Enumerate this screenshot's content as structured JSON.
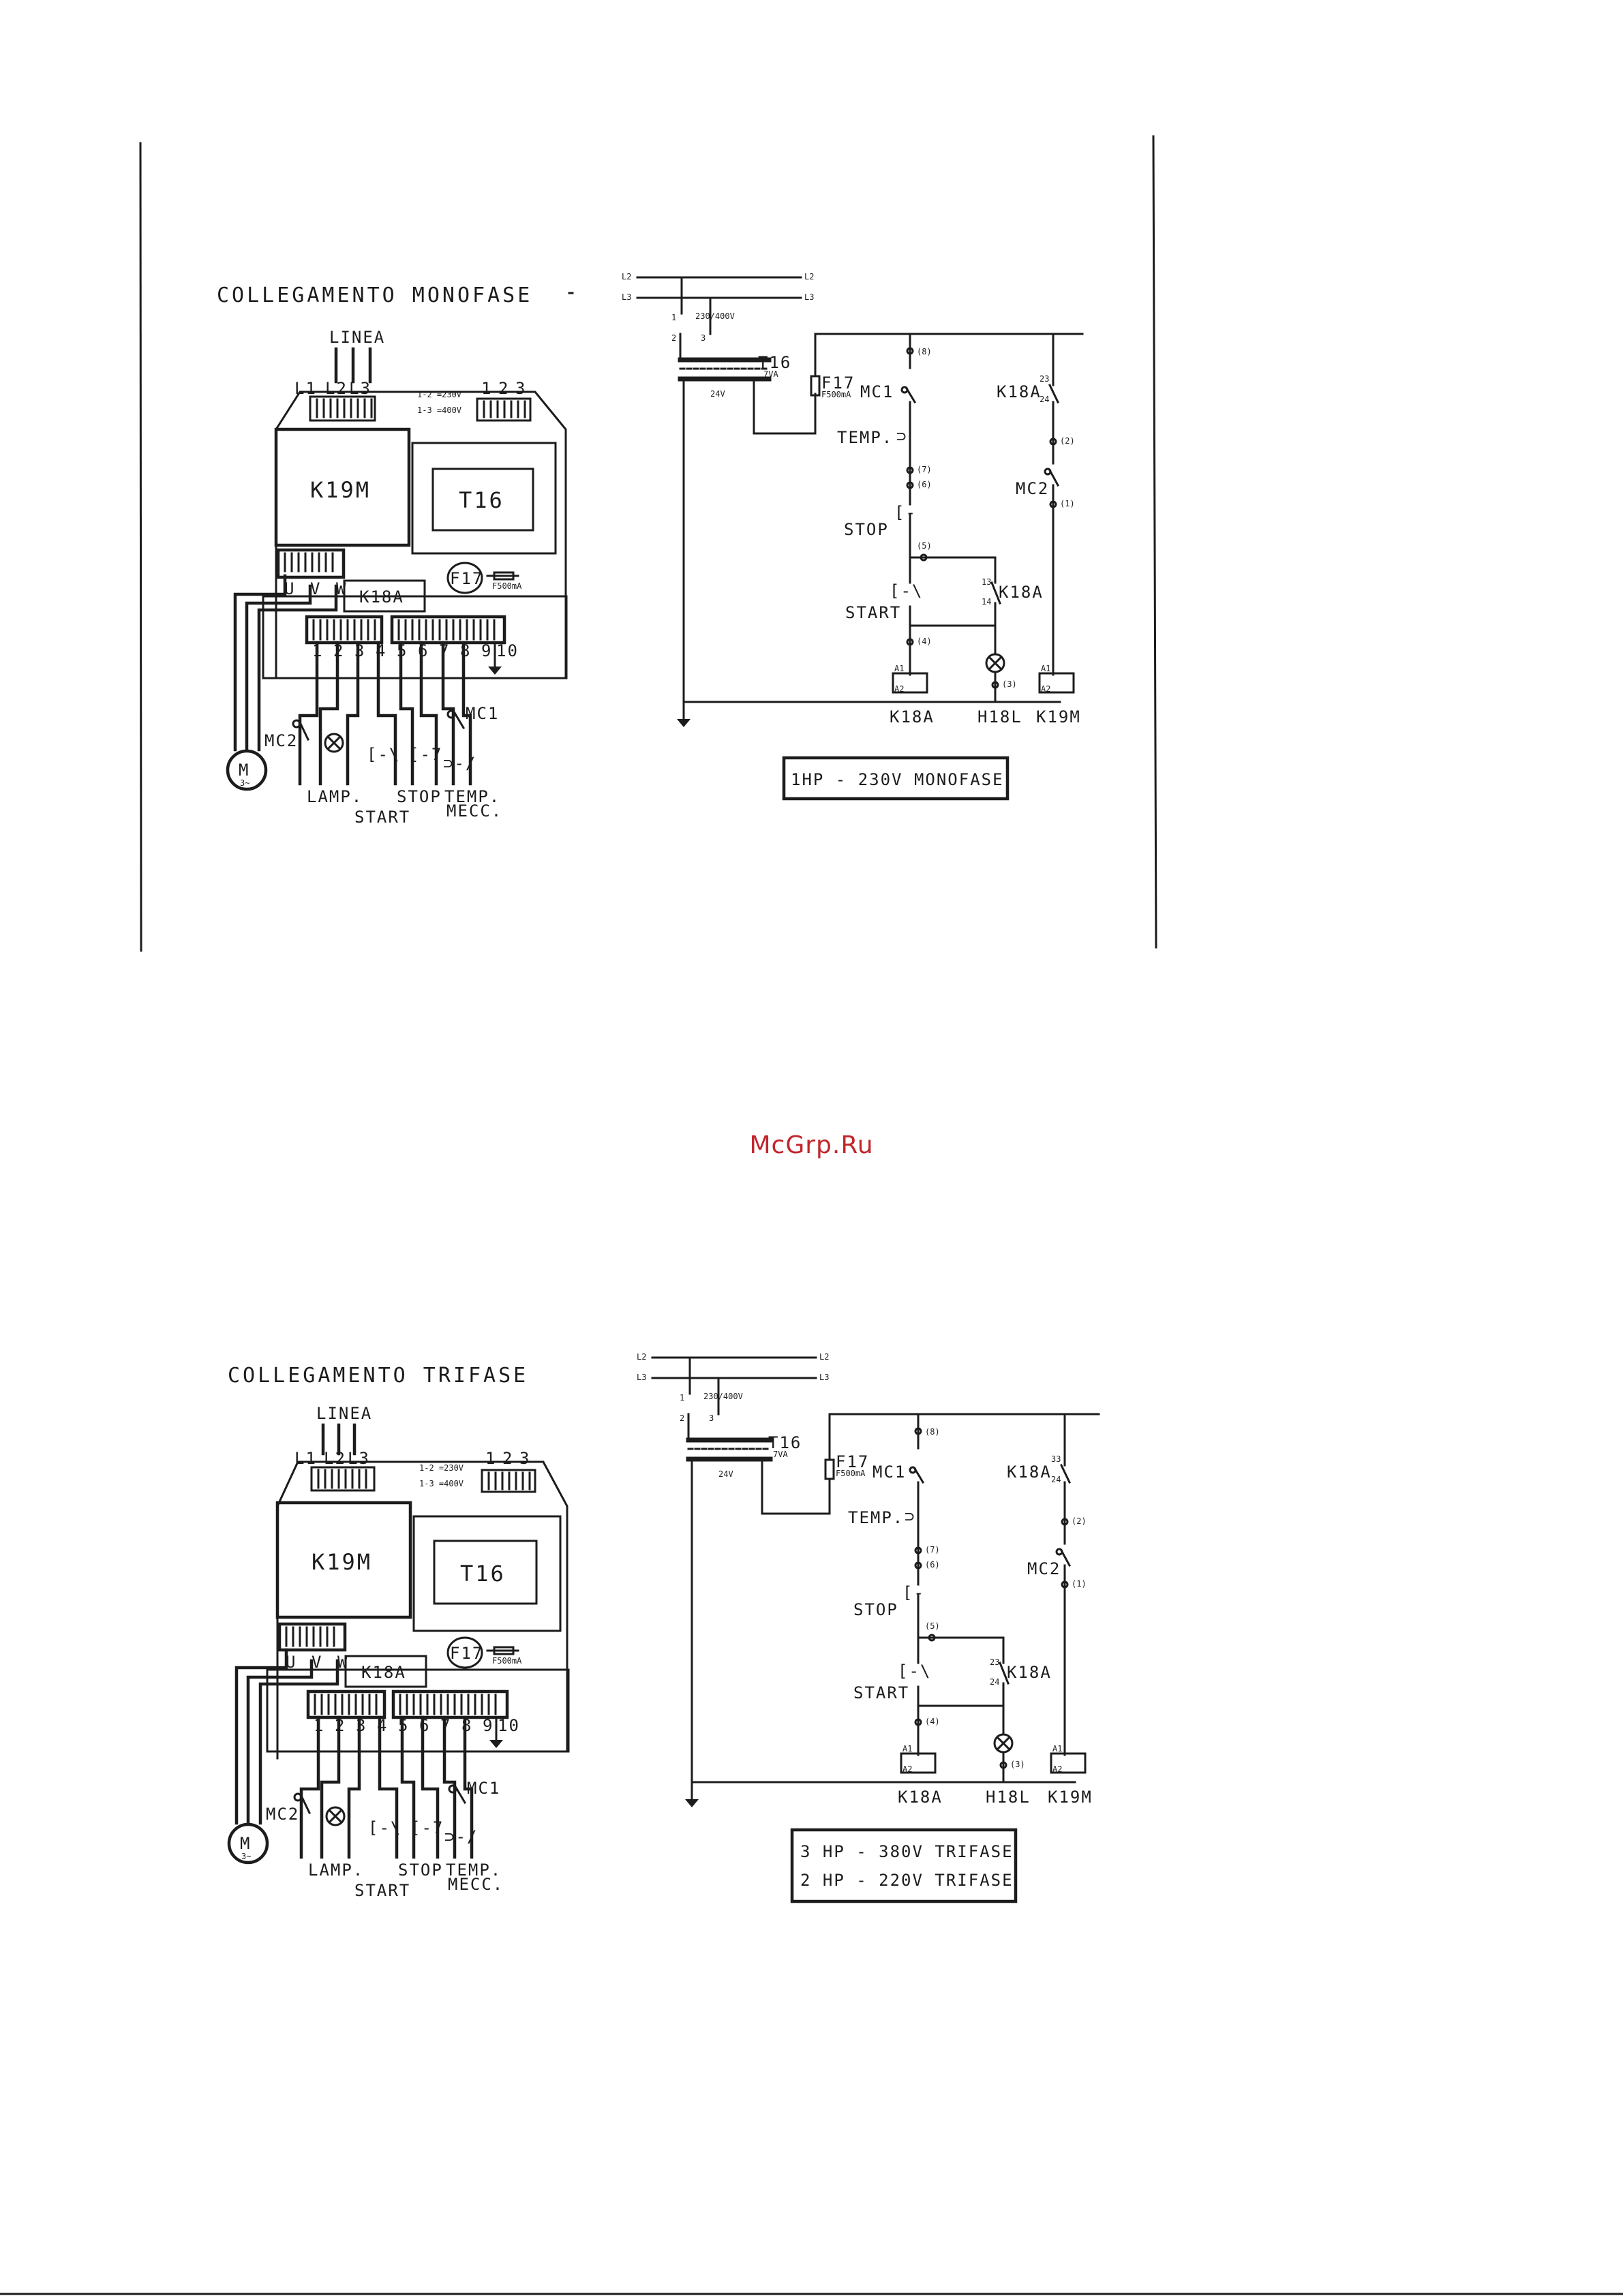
{
  "watermark": "McGrp.Ru",
  "colors": {
    "ink": "#1c1c1c",
    "watermark": "#c0262c",
    "paper": "#ffffff"
  },
  "sections": [
    {
      "title": "COLLEGAMENTO MONOFASE",
      "layout": {
        "linea": "LINEA",
        "line_terminals": [
          "L1",
          "L2",
          "L3"
        ],
        "aux_terminals": [
          "1",
          "2",
          "3"
        ],
        "voltage_notes": [
          "1-2 =230V",
          "1-3 =400V"
        ],
        "contactor": "K19M",
        "transformer": "T16",
        "fuse": "F17",
        "fuse_rating": "F500mA",
        "motor_terminals": [
          "U",
          "V",
          "W"
        ],
        "relay": "K18A",
        "terminal_numbers": [
          "1",
          "2",
          "3",
          "4",
          "5",
          "6",
          "7",
          "8",
          "9",
          "10"
        ],
        "bottom_labels": {
          "mc2": "MC2",
          "mc1": "MC1",
          "lamp": "LAMP.",
          "start": "START",
          "stop": "STOP",
          "temp": "TEMP.",
          "mecc": "MECC."
        },
        "motor_symbol": "M",
        "motor_phase": "3~"
      },
      "schematic": {
        "lines": [
          "L2",
          "L3"
        ],
        "transformer_pins": [
          "1",
          "2",
          "3"
        ],
        "transformer_voltage": "230/400V",
        "transformer": "T16",
        "transformer_va": "7VA",
        "secondary": "24V",
        "fuse": "F17",
        "fuse_rating": "F500mA",
        "nodes": [
          "(8)",
          "(7)",
          "(6)",
          "(5)",
          "(4)",
          "(3)",
          "(2)",
          "(1)"
        ],
        "labels": {
          "mc1": "MC1",
          "temp": "TEMP.",
          "stop": "STOP",
          "start": "START",
          "k18a_hold": "K18A",
          "k18a_aux": "K18A",
          "mc2": "MC2"
        },
        "contact_pins": {
          "hold_top": "13",
          "hold_bottom": "14",
          "aux_top": "23",
          "aux_bottom": "24"
        },
        "coil_pins": [
          "A1",
          "A2"
        ],
        "loads": [
          "K18A",
          "H18L",
          "K19M"
        ]
      },
      "rating": [
        "1HP - 230V MONOFASE"
      ]
    },
    {
      "title": "COLLEGAMENTO TRIFASE",
      "layout": {
        "linea": "LINEA",
        "line_terminals": [
          "L1",
          "L2",
          "L3"
        ],
        "aux_terminals": [
          "1",
          "2",
          "3"
        ],
        "voltage_notes": [
          "1-2 =230V",
          "1-3 =400V"
        ],
        "contactor": "K19M",
        "transformer": "T16",
        "fuse": "F17",
        "fuse_rating": "F500mA",
        "motor_terminals": [
          "U",
          "V",
          "W"
        ],
        "relay": "K18A",
        "terminal_numbers": [
          "1",
          "2",
          "3",
          "4",
          "5",
          "6",
          "7",
          "8",
          "9",
          "10"
        ],
        "bottom_labels": {
          "mc2": "MC2",
          "mc1": "MC1",
          "lamp": "LAMP.",
          "start": "START",
          "stop": "STOP",
          "temp": "TEMP.",
          "mecc": "MECC."
        },
        "motor_symbol": "M",
        "motor_phase": "3~"
      },
      "schematic": {
        "lines": [
          "L2",
          "L3"
        ],
        "transformer_pins": [
          "1",
          "2",
          "3"
        ],
        "transformer_voltage": "230/400V",
        "transformer": "T16",
        "transformer_va": "7VA",
        "secondary": "24V",
        "fuse": "F17",
        "fuse_rating": "F500mA",
        "nodes": [
          "(8)",
          "(7)",
          "(6)",
          "(5)",
          "(4)",
          "(3)",
          "(2)",
          "(1)"
        ],
        "labels": {
          "mc1": "MC1",
          "temp": "TEMP.",
          "stop": "STOP",
          "start": "START",
          "k18a_hold": "K18A",
          "k18a_aux": "K18A",
          "mc2": "MC2"
        },
        "contact_pins": {
          "hold_top": "23",
          "hold_bottom": "24",
          "aux_top": "33",
          "aux_bottom": "24"
        },
        "coil_pins": [
          "A1",
          "A2"
        ],
        "loads": [
          "K18A",
          "H18L",
          "K19M"
        ]
      },
      "rating": [
        "3 HP - 380V TRIFASE",
        "2 HP - 220V TRIFASE"
      ]
    }
  ]
}
